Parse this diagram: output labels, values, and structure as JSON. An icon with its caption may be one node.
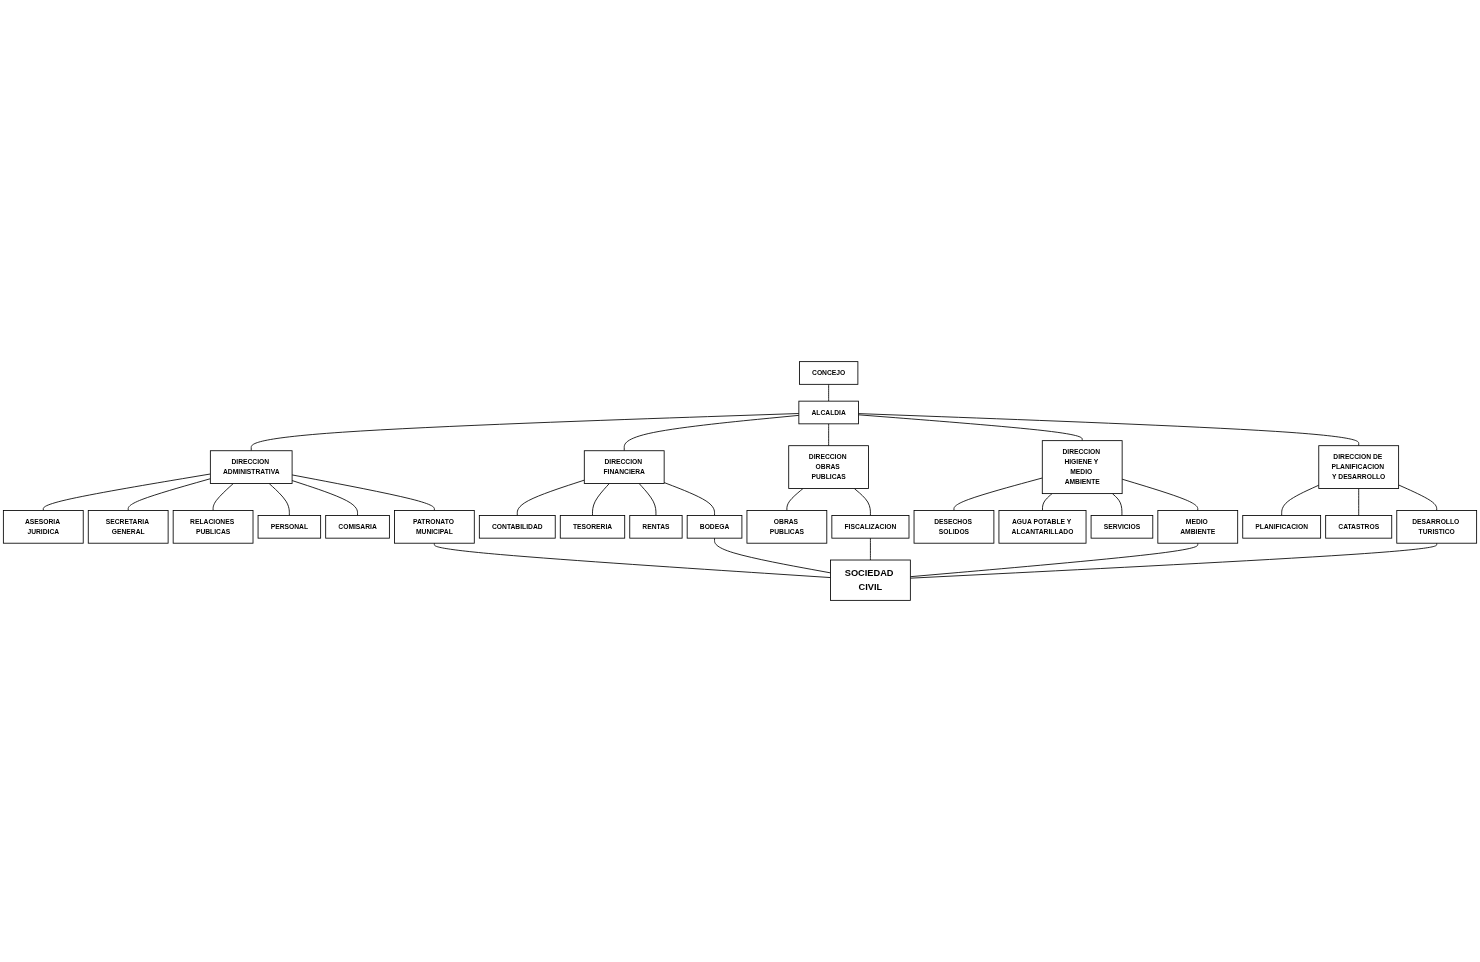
{
  "diagram": {
    "nodes": [
      {
        "text": [
          "CONCEJO"
        ]
      },
      {
        "text": [
          "ALCALDIA"
        ]
      },
      {
        "text": [
          "DIRECCION ADMINISTRATIVA"
        ]
      },
      {
        "text": [
          "ASESORIA JURIDICA"
        ]
      },
      {
        "text": [
          "SECRETARIA GENERAL"
        ]
      },
      {
        "text": [
          "RELACIONES PUBLICAS"
        ]
      },
      {
        "text": [
          "PERSONAL"
        ]
      },
      {
        "text": [
          "COMISARIA"
        ]
      },
      {
        "text": [
          "PATRONATO MUNICIPAL"
        ]
      },
      {
        "text": [
          "DIRECCION FINANCIERA"
        ]
      },
      {
        "text": [
          "CONTABILIDAD"
        ]
      },
      {
        "text": [
          "TESORERIA"
        ]
      },
      {
        "text": [
          "RENTAS"
        ]
      },
      {
        "text": [
          "BODEGA"
        ]
      },
      {
        "text": [
          "DIRECCION OBRAS PUBLICAS"
        ]
      },
      {
        "text": [
          "OBRAS PUBLICAS"
        ]
      },
      {
        "text": [
          "FISCALIZACION"
        ]
      },
      {
        "text": [
          "DIRECCION HIGIENE Y MEDIO AMBIENTE"
        ]
      },
      {
        "text": [
          "DESECHOS SOLIDOS"
        ]
      },
      {
        "text": [
          "AGUA POTABLE Y ALCANTARILLADO"
        ]
      },
      {
        "text": [
          "SERVICIOS"
        ]
      },
      {
        "text": [
          "MEDIO AMBIENTE"
        ]
      },
      {
        "text": [
          "DIRECCION DE PLANIFICACION Y DESARROLLO"
        ]
      },
      {
        "text": [
          "PLANIFICACION"
        ]
      },
      {
        "text": [
          "CATASTROS"
        ]
      },
      {
        "text": [
          "DESARROLLO TURISTICO"
        ]
      },
      {
        "text": [
          "SOCIEDAD CIVIL"
        ]
      }
    ],
    "edges": [
      {
        "from": 0,
        "to": 1,
        "arrow": "none"
      },
      {
        "from": 1,
        "to": 2,
        "arrow": "none"
      },
      {
        "from": 1,
        "to": 9,
        "arrow": "none"
      },
      {
        "from": 1,
        "to": 14,
        "arrow": "none"
      },
      {
        "from": 1,
        "to": 17,
        "arrow": "none"
      },
      {
        "from": 1,
        "to": 22,
        "arrow": "none"
      },
      {
        "from": 2,
        "to": 3,
        "arrow": "none"
      },
      {
        "from": 2,
        "to": 4,
        "arrow": "none"
      },
      {
        "from": 2,
        "to": 5,
        "arrow": "none"
      },
      {
        "from": 2,
        "to": 6,
        "arrow": "none"
      },
      {
        "from": 2,
        "to": 7,
        "arrow": "none"
      },
      {
        "from": 2,
        "to": 8,
        "arrow": "none"
      },
      {
        "from": 9,
        "to": 10,
        "arrow": "none"
      },
      {
        "from": 9,
        "to": 11,
        "arrow": "none"
      },
      {
        "from": 9,
        "to": 12,
        "arrow": "none"
      },
      {
        "from": 9,
        "to": 13,
        "arrow": "none"
      },
      {
        "from": 14,
        "to": 15,
        "arrow": "none"
      },
      {
        "from": 14,
        "to": 16,
        "arrow": "none"
      },
      {
        "from": 17,
        "to": 18,
        "arrow": "none"
      },
      {
        "from": 17,
        "to": 19,
        "arrow": "none"
      },
      {
        "from": 17,
        "to": 20,
        "arrow": "none"
      },
      {
        "from": 17,
        "to": 21,
        "arrow": "none"
      },
      {
        "from": 22,
        "to": 23,
        "arrow": "none"
      },
      {
        "from": 22,
        "to": 24,
        "arrow": "none"
      },
      {
        "from": 22,
        "to": 25,
        "arrow": "none"
      },
      {
        "from": 8,
        "to": 26,
        "arrow": "none"
      },
      {
        "from": 13,
        "to": 26,
        "arrow": "none"
      },
      {
        "from": 16,
        "to": 26,
        "arrow": "none"
      },
      {
        "from": 21,
        "to": 26,
        "arrow": "none"
      },
      {
        "from": 25,
        "to": 26,
        "arrow": "none"
      }
    ]
  }
}
